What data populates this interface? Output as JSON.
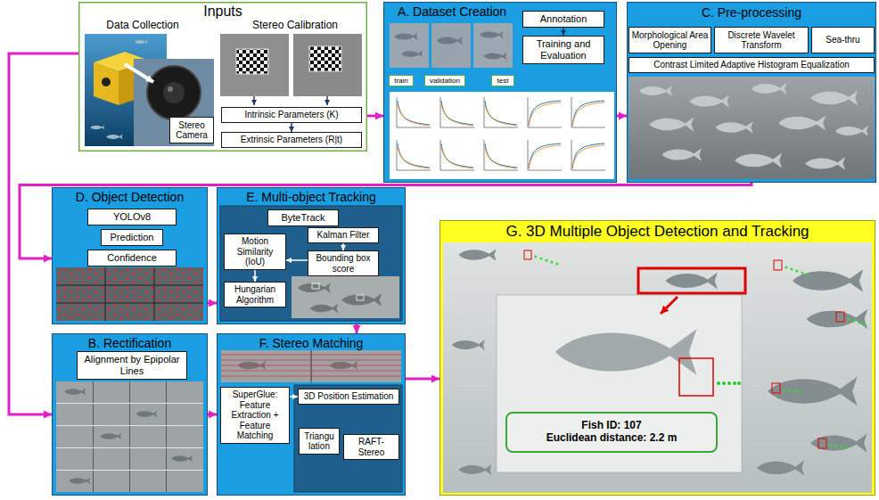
{
  "diagram": {
    "nodes": [
      {
        "text": [
          "Inputs",
          "Data Collection",
          "Stereo Calibration"
        ]
      },
      {
        "text": [
          "Stereo Camera"
        ],
        "in": 0
      },
      {
        "text": [
          "Intrinsic Parameters (K)"
        ],
        "in": 0
      },
      {
        "text": [
          "Extrinsic Parameters (R|t)"
        ],
        "in": 0
      },
      {
        "text": [
          "A. Dataset Creation"
        ]
      },
      {
        "text": [
          "Annotation"
        ],
        "in": 4
      },
      {
        "text": [
          "Training and Evaluation"
        ],
        "in": 4
      },
      {
        "text": [
          "train"
        ],
        "in": 4
      },
      {
        "text": [
          "validation"
        ],
        "in": 4
      },
      {
        "text": [
          "test"
        ],
        "in": 4
      },
      {
        "text": [
          "C. Pre-processing"
        ]
      },
      {
        "text": [
          "Morphological Area Opening"
        ],
        "in": 10
      },
      {
        "text": [
          "Discrete Wavelet Transform"
        ],
        "in": 10
      },
      {
        "text": [
          "Sea-thru"
        ],
        "in": 10
      },
      {
        "text": [
          "Contrast Limited Adaptive Histogram Equalization"
        ],
        "in": 10
      },
      {
        "text": [
          "D. Object Detection"
        ]
      },
      {
        "text": [
          "YOLOv8"
        ],
        "in": 15
      },
      {
        "text": [
          "Prediction"
        ],
        "in": 15
      },
      {
        "text": [
          "Confidence"
        ],
        "in": 15
      },
      {
        "text": [
          "E. Multi-object Tracking"
        ]
      },
      {
        "text": [
          "ByteTrack"
        ],
        "in": 19
      },
      {
        "text": [
          "Kalman Filter"
        ],
        "in": 19
      },
      {
        "text": [
          "Bounding box score"
        ],
        "in": 19
      },
      {
        "text": [
          "Motion Similarity (IoU)"
        ],
        "in": 19
      },
      {
        "text": [
          "Hungarian Algorithm"
        ],
        "in": 19
      },
      {
        "text": [
          "B. Rectification"
        ]
      },
      {
        "text": [
          "Alignment by Epipolar Lines"
        ],
        "in": 25
      },
      {
        "text": [
          "F. Stereo Matching"
        ]
      },
      {
        "text": [
          "SuperGlue: Feature Extraction + Feature Matching"
        ],
        "in": 27
      },
      {
        "text": [
          "3D Position Estimation"
        ],
        "in": 27
      },
      {
        "text": [
          "Triangu lation"
        ],
        "in": 27
      },
      {
        "text": [
          "RAFT-Stereo"
        ],
        "in": 27
      },
      {
        "text": [
          "G. 3D Multiple Object Detection and Tracking"
        ]
      },
      {
        "text": [
          "Fish ID: 107",
          "Euclidean distance: 2.2 m"
        ],
        "in": 32
      }
    ],
    "edges": [
      {
        "from": 0,
        "to": 4,
        "arrow": "to"
      },
      {
        "from": 4,
        "to": 10,
        "arrow": "to"
      },
      {
        "from": 10,
        "to": 15,
        "arrow": "to"
      },
      {
        "from": 0,
        "to": 25,
        "arrow": "to"
      },
      {
        "from": 15,
        "to": 19,
        "arrow": "to"
      },
      {
        "from": 19,
        "to": 27,
        "arrow": "to"
      },
      {
        "from": 25,
        "to": 27,
        "arrow": "to"
      },
      {
        "from": 27,
        "to": 32,
        "arrow": "to"
      },
      {
        "from": 2,
        "to": 3,
        "arrow": "to"
      },
      {
        "from": 5,
        "to": 6,
        "arrow": "to"
      },
      {
        "from": 21,
        "to": 22,
        "arrow": "to"
      },
      {
        "from": 22,
        "to": 23,
        "arrow": "to"
      },
      {
        "from": 23,
        "to": 24,
        "arrow": "to"
      },
      {
        "from": 28,
        "to": 29,
        "arrow": "to"
      }
    ]
  }
}
